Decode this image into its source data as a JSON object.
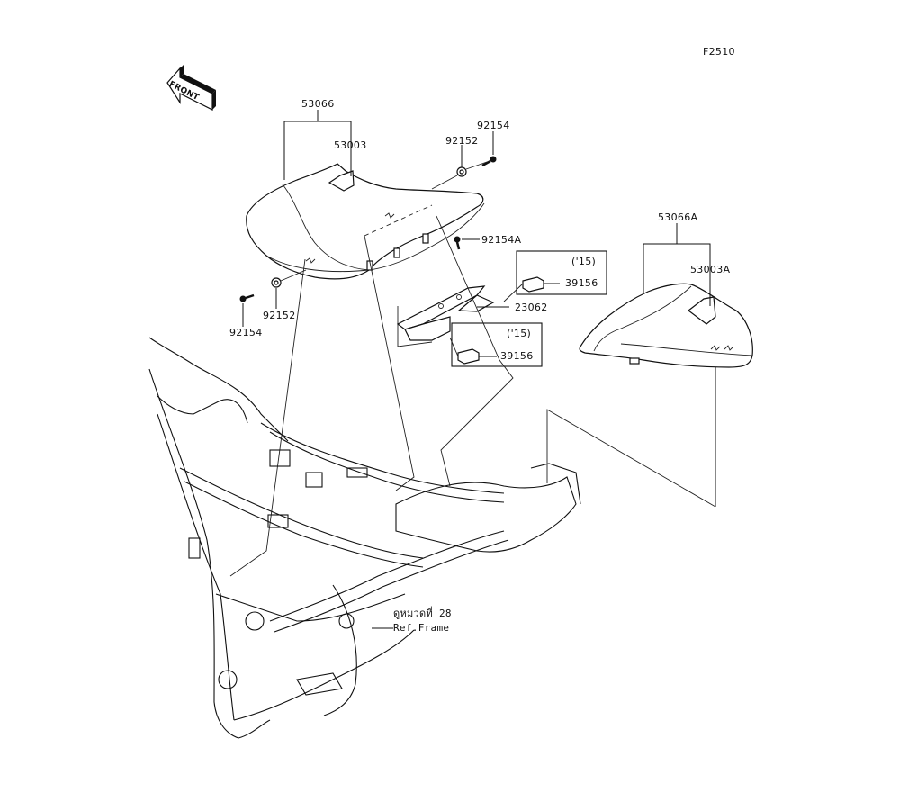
{
  "figure_code": "F2510",
  "front_arrow": {
    "label": "FRONT",
    "icon": "front-direction-arrow-icon"
  },
  "parts": {
    "seat_assy": {
      "number": "53066"
    },
    "seat_cover": {
      "number": "53003"
    },
    "washer_top": {
      "number": "92152"
    },
    "bolt_top": {
      "number": "92154"
    },
    "washer_bottom": {
      "number": "92152"
    },
    "bolt_bottom": {
      "number": "92154"
    },
    "bolt_bracket": {
      "number": "92154A"
    },
    "bracket": {
      "number": "23062"
    },
    "damper_upper": {
      "number": "39156",
      "note": "('15)"
    },
    "damper_lower": {
      "number": "39156",
      "note": "('15)"
    },
    "rear_seat_assy": {
      "number": "53066A"
    },
    "rear_seat_cover": {
      "number": "53003A"
    }
  },
  "reference": {
    "thai_text": "ดูหมวดที่ 28",
    "ref_text": "Ref.Frame"
  }
}
